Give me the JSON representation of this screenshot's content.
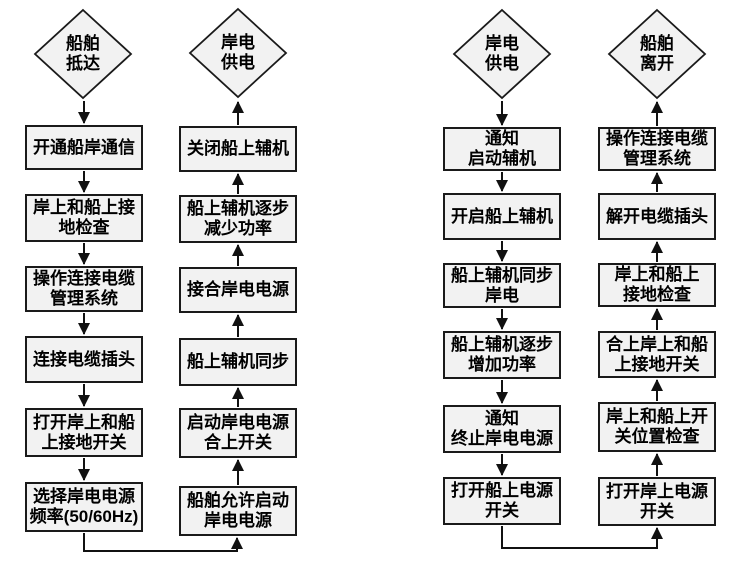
{
  "diagram": {
    "type": "flowchart",
    "colors": {
      "node_fill": "#f2f2f2",
      "node_border": "#1a1a1a",
      "arrow": "#111111",
      "background": "#ffffff",
      "text": "#000000"
    },
    "columns": [
      {
        "id": "ship-arrival",
        "terminal": "船舶\n抵达",
        "flow_direction": "down",
        "steps": [
          "开通船岸通信",
          "岸上和船上接\n地检查",
          "操作连接电缆\n管理系统",
          "连接电缆插头",
          "打开岸上和船\n上接地开关",
          "选择岸电电源\n频率(50/60Hz)"
        ]
      },
      {
        "id": "shore-power-start",
        "terminal": "岸电\n供电",
        "flow_direction": "up",
        "steps": [
          "关闭船上辅机",
          "船上辅机逐步\n减少功率",
          "接合岸电电源",
          "船上辅机同步",
          "启动岸电电源\n合上开关",
          "船舶允许启动\n岸电电源"
        ]
      },
      {
        "id": "shore-power-end",
        "terminal": "岸电\n供电",
        "flow_direction": "down",
        "steps": [
          "通知\n启动辅机",
          "开启船上辅机",
          "船上辅机同步\n岸电",
          "船上辅机逐步\n增加功率",
          "通知\n终止岸电电源",
          "打开船上电源\n开关"
        ]
      },
      {
        "id": "ship-departure",
        "terminal": "船舶\n离开",
        "flow_direction": "up",
        "steps": [
          "操作连接电缆\n管理系统",
          "解开电缆插头",
          "岸上和船上\n接地检查",
          "合上岸上和船\n上接地开关",
          "岸上和船上开\n关位置检查",
          "打开岸上电源\n开关"
        ]
      }
    ]
  }
}
